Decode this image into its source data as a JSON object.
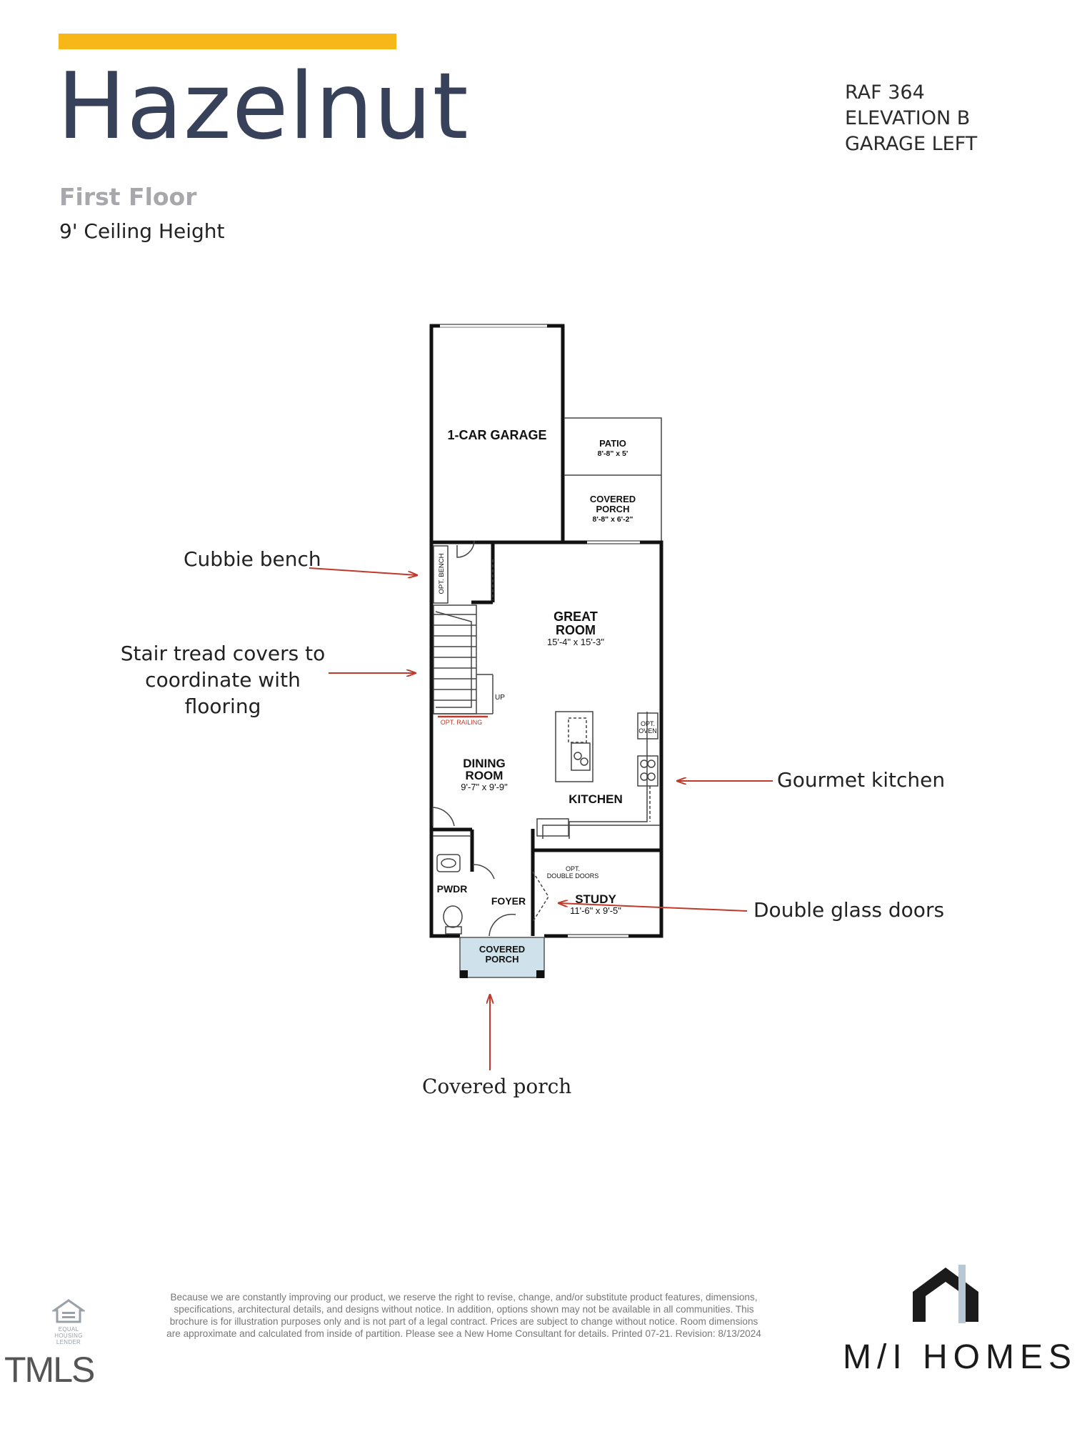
{
  "header": {
    "title": "Hazelnut",
    "subtitle": "First Floor",
    "ceiling_height": "9' Ceiling Height",
    "plan_lines": [
      "RAF 364",
      "ELEVATION B",
      "GARAGE LEFT"
    ]
  },
  "colors": {
    "accent": "#f7b718",
    "title": "#38415a",
    "arrow": "#c0392b",
    "porch_fill": "#cfe2ec"
  },
  "rooms": {
    "garage": "1-CAR GARAGE",
    "patio": {
      "name": "PATIO",
      "dims": "8'-8\" x 5'"
    },
    "covered_porch_rear": {
      "name_1": "COVERED",
      "name_2": "PORCH",
      "dims": "8'-8\" x 6'-2\""
    },
    "bench": "OPT. BENCH",
    "great_room": {
      "name_1": "GREAT",
      "name_2": "ROOM",
      "dims": "15'-4\" x 15'-3\""
    },
    "up": "UP",
    "railing": "OPT. RAILING",
    "oven": {
      "line_1": "OPT.",
      "line_2": "OVEN"
    },
    "dining_room": {
      "name_1": "DINING",
      "name_2": "ROOM",
      "dims": "9'-7\" x 9'-9\""
    },
    "kitchen": "KITCHEN",
    "double_doors": {
      "line_1": "OPT.",
      "line_2": "DOUBLE DOORS"
    },
    "study": {
      "name": "STUDY",
      "dims": "11'-6\" x 9'-5\""
    },
    "powder": "PWDR",
    "foyer": "FOYER",
    "covered_porch_front": {
      "name_1": "COVERED",
      "name_2": "PORCH"
    }
  },
  "callouts": {
    "cubbie_bench": "Cubbie bench",
    "stair_treads": [
      "Stair tread covers to",
      "coordinate with",
      "flooring"
    ],
    "gourmet_kitchen": "Gourmet kitchen",
    "double_glass_doors": "Double glass doors",
    "covered_porch": "Covered porch"
  },
  "footer": {
    "disclaimer": "Because we are constantly improving our product, we reserve the right to revise, change, and/or substitute product features, dimensions, specifications, architectural details, and designs without notice. In addition, options shown may not be available in all communities. This brochure is for illustration purposes only and is not part of a legal contract. Prices are subject to change without notice. Room dimensions are approximate and calculated from inside of partition. Please see a New Home Consultant for details. Printed 07-21. Revision: 8/13/2024",
    "equal_housing": [
      "EQUAL HOUSING",
      "LENDER"
    ],
    "tmls": "TMLS",
    "brand": "M/I HOMES"
  }
}
